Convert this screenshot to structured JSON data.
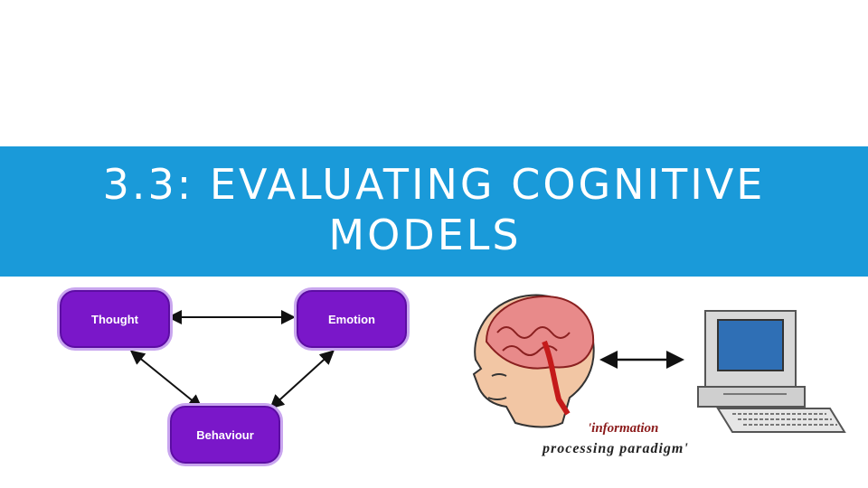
{
  "slide": {
    "title_line1": "3.3: EVALUATING COGNITIVE",
    "title_line2": "MODELS"
  },
  "diagram": {
    "nodes": {
      "thought": "Thought",
      "emotion": "Emotion",
      "behaviour": "Behaviour"
    }
  },
  "illustration": {
    "caption_line1": "'information",
    "caption_line2": "processing paradigm'"
  },
  "colors": {
    "banner": "#1a9ad9",
    "node_fill": "#7a17c9",
    "title_text": "#ffffff"
  }
}
